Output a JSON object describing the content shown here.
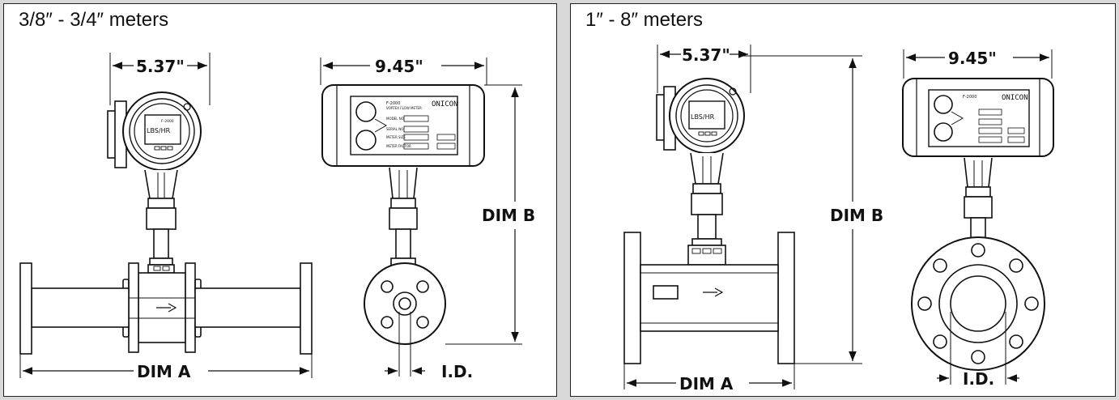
{
  "panels": [
    {
      "title": "3/8″ - 3/4″ meters",
      "dims": {
        "width_front": "5.37\"",
        "width_side": "9.45\"",
        "dim_b": "DIM B",
        "dim_a": "DIM A",
        "id": "I.D."
      }
    },
    {
      "title": "1″ - 8″ meters",
      "dims": {
        "width_front": "5.37\"",
        "width_side": "9.45\"",
        "dim_b": "DIM B",
        "dim_a": "DIM A",
        "id": "I.D."
      }
    }
  ],
  "meter_text": {
    "display": "LBS/HR",
    "series": "F-2000",
    "product": "VORTEX FLOW METER",
    "brand": "ONICON",
    "label_rows": [
      "MODEL NO.",
      "SERIAL NO.",
      "METER SIZE",
      "METER FACTOR"
    ]
  },
  "colors": {
    "line": "#111111",
    "panel_bg": "#ffffff",
    "page_bg": "#d9d9d9"
  }
}
